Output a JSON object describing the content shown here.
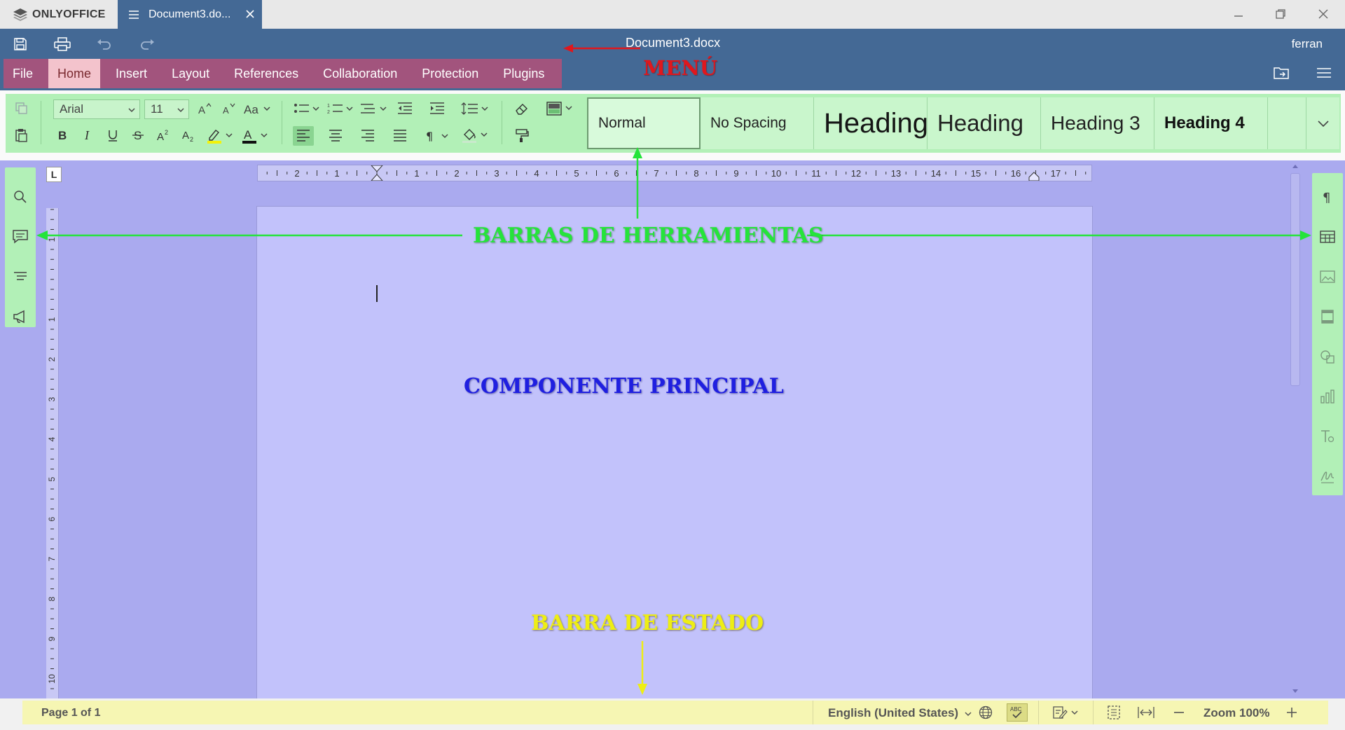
{
  "app": {
    "brand": "ONLYOFFICE",
    "tab_title": "Document3.do..."
  },
  "header": {
    "doc_title": "Document3.docx",
    "user": "ferran"
  },
  "menu": {
    "tabs": [
      "File",
      "Home",
      "Insert",
      "Layout",
      "References",
      "Collaboration",
      "Protection",
      "Plugins"
    ],
    "active": "Home"
  },
  "toolbar": {
    "font_name": "Arial",
    "font_size": "11",
    "styles": [
      "Normal",
      "No Spacing",
      "Heading",
      "Heading",
      "Heading 3",
      "Heading 4"
    ],
    "active_style": "Normal"
  },
  "ruler": {
    "horizontal_labels": [
      "2",
      "1",
      "1",
      "2",
      "3",
      "4",
      "5",
      "6",
      "7",
      "8",
      "9",
      "10",
      "11",
      "12",
      "13",
      "14",
      "15",
      "16",
      "17"
    ],
    "vertical_labels": [
      "1",
      "1",
      "2",
      "3",
      "4",
      "5",
      "6",
      "7",
      "8",
      "9",
      "10"
    ],
    "corner_label": "L"
  },
  "annotations": {
    "menu": "MENÚ",
    "toolbars": "BARRAS DE HERRAMIENTAS",
    "main": "COMPONENTE PRINCIPAL",
    "status": "BARRA DE ESTADO"
  },
  "statusbar": {
    "page_info": "Page 1 of 1",
    "language": "English (United States)",
    "zoom": "Zoom 100%"
  },
  "colors": {
    "header": "#446995",
    "menu_highlight": "#a2547d",
    "toolbar_highlight": "#b2f0b7",
    "workspace_highlight": "#aaaaef",
    "statusbar_highlight": "#f6f6b3",
    "menu_annotation": "#e0171d",
    "toolbar_annotation": "#25e43a",
    "main_annotation": "#1f1fe0",
    "status_annotation": "#eeee14"
  }
}
